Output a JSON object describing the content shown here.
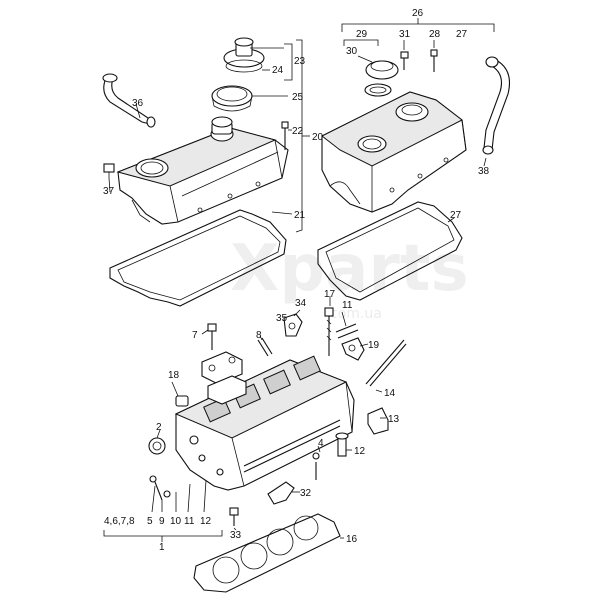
{
  "watermark": {
    "brand": "Xparts",
    "domain": "com.ua"
  },
  "callouts": {
    "c1": "1",
    "c2": "2",
    "c4": "4",
    "c5": "5",
    "c7": "7",
    "c8": "8",
    "c9": "9",
    "c10": "10",
    "c11": "11",
    "c11b": "11",
    "c12": "12",
    "c12b": "12",
    "c13": "13",
    "c14": "14",
    "c16": "16",
    "c17": "17",
    "c18": "18",
    "c19": "19",
    "c20": "20",
    "c21": "21",
    "c22": "22",
    "c23": "23",
    "c24": "24",
    "c25": "25",
    "c26": "26",
    "c27": "27",
    "c27b": "27",
    "c28": "28",
    "c29": "29",
    "c30": "30",
    "c31": "31",
    "c32": "32",
    "c33": "33",
    "c34": "34",
    "c35": "35",
    "c36": "36",
    "c37": "37",
    "c38": "38",
    "c4678": "4,6,7,8"
  }
}
